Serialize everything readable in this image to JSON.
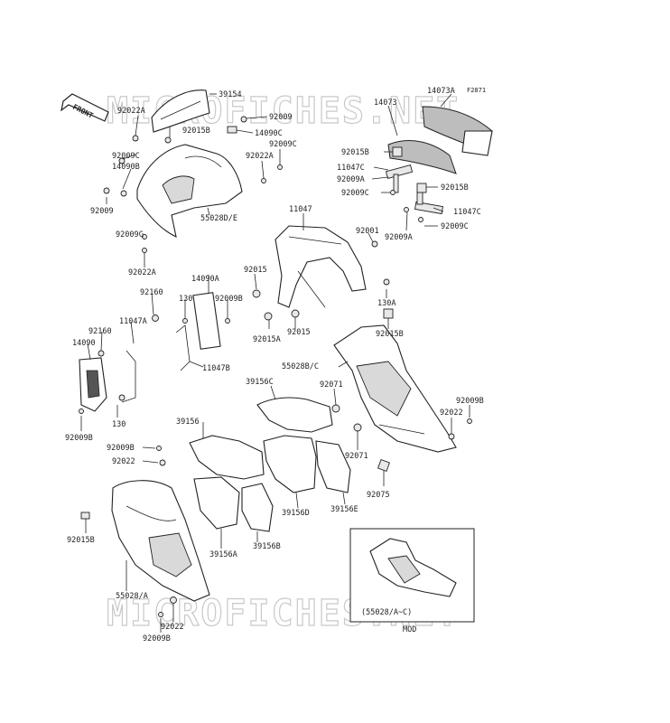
{
  "watermark": "MICROFICHES.NET",
  "figure_code": "F2871",
  "front_label": "FRONT",
  "inset": {
    "caption": "(55028/A~C)",
    "note": "MOD"
  },
  "labels": [
    {
      "id": "39154",
      "t": "39154"
    },
    {
      "id": "92022A_a",
      "t": "92022A"
    },
    {
      "id": "92009_a",
      "t": "92009"
    },
    {
      "id": "92015B_a",
      "t": "92015B"
    },
    {
      "id": "14090C",
      "t": "14090C"
    },
    {
      "id": "92009C_a",
      "t": "92009C"
    },
    {
      "id": "92009C_b",
      "t": "92009C"
    },
    {
      "id": "92022A_b",
      "t": "92022A"
    },
    {
      "id": "14090B",
      "t": "14090B"
    },
    {
      "id": "92009_b",
      "t": "92009"
    },
    {
      "id": "55028DE",
      "t": "55028D/E"
    },
    {
      "id": "92009C_c",
      "t": "92009C"
    },
    {
      "id": "92022A_c",
      "t": "92022A"
    },
    {
      "id": "14073A",
      "t": "14073A"
    },
    {
      "id": "14073",
      "t": "14073"
    },
    {
      "id": "92015B_b",
      "t": "92015B"
    },
    {
      "id": "11047C_a",
      "t": "11047C"
    },
    {
      "id": "92009A_a",
      "t": "92009A"
    },
    {
      "id": "92009C_d",
      "t": "92009C"
    },
    {
      "id": "92015B_c",
      "t": "92015B"
    },
    {
      "id": "11047C_b",
      "t": "11047C"
    },
    {
      "id": "92009A_b",
      "t": "92009A"
    },
    {
      "id": "92009C_e",
      "t": "92009C"
    },
    {
      "id": "11047",
      "t": "11047"
    },
    {
      "id": "92001",
      "t": "92001"
    },
    {
      "id": "92015_a",
      "t": "92015"
    },
    {
      "id": "14090A",
      "t": "14090A"
    },
    {
      "id": "92160_a",
      "t": "92160"
    },
    {
      "id": "130_a",
      "t": "130"
    },
    {
      "id": "92009B_a",
      "t": "92009B"
    },
    {
      "id": "130A",
      "t": "130A"
    },
    {
      "id": "92015A",
      "t": "92015A"
    },
    {
      "id": "92015_b",
      "t": "92015"
    },
    {
      "id": "92015B_d",
      "t": "92015B"
    },
    {
      "id": "92160_b",
      "t": "92160"
    },
    {
      "id": "11047A",
      "t": "11047A"
    },
    {
      "id": "14090",
      "t": "14090"
    },
    {
      "id": "11047B",
      "t": "11047B"
    },
    {
      "id": "55028BC",
      "t": "55028B/C"
    },
    {
      "id": "130_b",
      "t": "130"
    },
    {
      "id": "92009B_b",
      "t": "92009B"
    },
    {
      "id": "39156C",
      "t": "39156C"
    },
    {
      "id": "92071_a",
      "t": "92071"
    },
    {
      "id": "92009B_c",
      "t": "92009B"
    },
    {
      "id": "92022_a",
      "t": "92022"
    },
    {
      "id": "39156",
      "t": "39156"
    },
    {
      "id": "92009B_d",
      "t": "92009B"
    },
    {
      "id": "92022_b",
      "t": "92022"
    },
    {
      "id": "92071_b",
      "t": "92071"
    },
    {
      "id": "92075",
      "t": "92075"
    },
    {
      "id": "39156D",
      "t": "39156D"
    },
    {
      "id": "39156E",
      "t": "39156E"
    },
    {
      "id": "92015B_e",
      "t": "92015B"
    },
    {
      "id": "39156A",
      "t": "39156A"
    },
    {
      "id": "39156B",
      "t": "39156B"
    },
    {
      "id": "55028A",
      "t": "55028/A"
    },
    {
      "id": "92022_c",
      "t": "92022"
    },
    {
      "id": "92009B_e",
      "t": "92009B"
    }
  ]
}
